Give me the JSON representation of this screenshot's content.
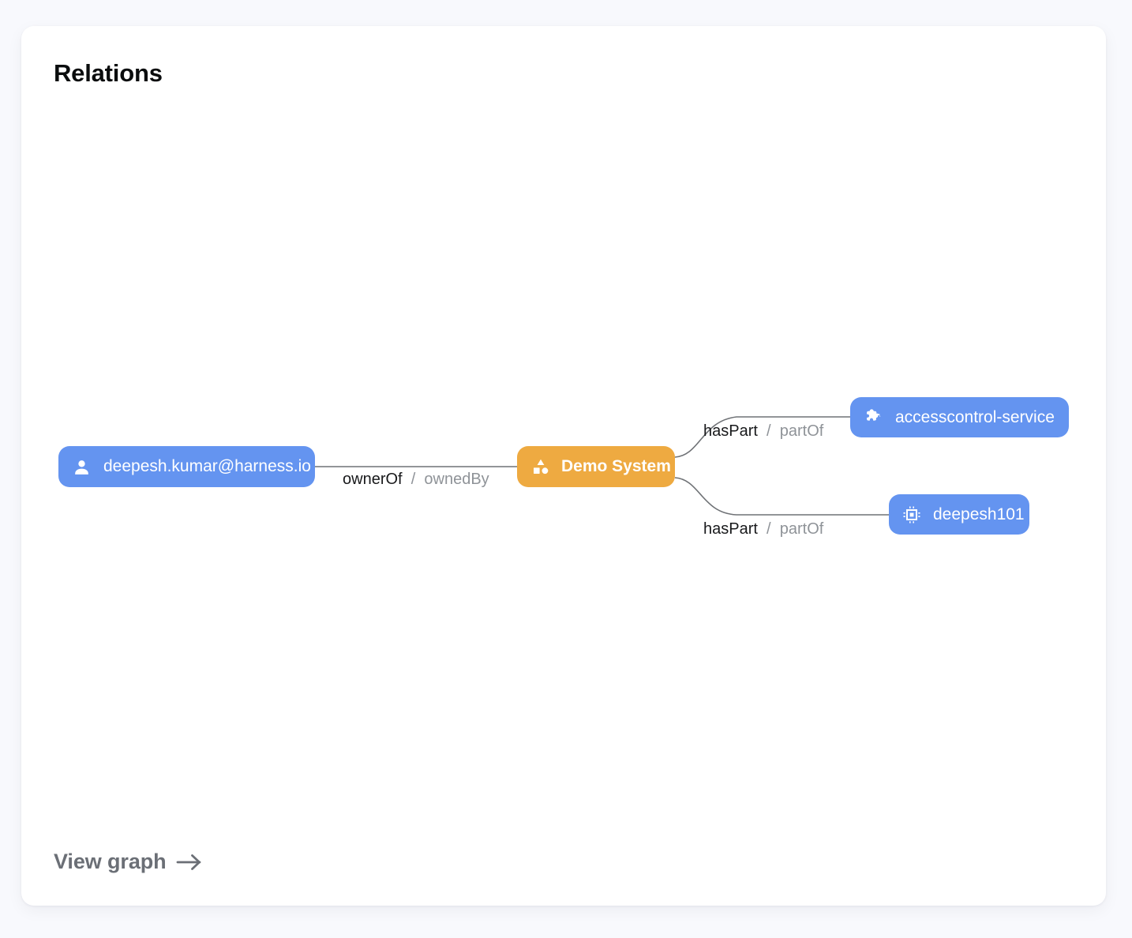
{
  "card": {
    "title": "Relations",
    "background": "#ffffff",
    "page_background": "#f8f9fd"
  },
  "graph": {
    "node_colors": {
      "blue": "#6494f0",
      "orange": "#eeaa41",
      "edge_line": "#6f7276"
    },
    "nodes": [
      {
        "id": "user",
        "label": "deepesh.kumar@harness.io",
        "icon": "person-icon",
        "color": "blue"
      },
      {
        "id": "system",
        "label": "Demo System",
        "icon": "category-icon",
        "color": "orange"
      },
      {
        "id": "component",
        "label": "accesscontrol-service",
        "icon": "puzzle-piece-icon",
        "color": "blue"
      },
      {
        "id": "resource",
        "label": "deepesh101",
        "icon": "chip-icon",
        "color": "blue"
      }
    ],
    "edges": [
      {
        "id": "edge-owner",
        "source": "user",
        "target": "system",
        "forward": "ownerOf",
        "separator": "/",
        "reverse": "ownedBy"
      },
      {
        "id": "edge-haspart-1",
        "source": "system",
        "target": "component",
        "forward": "hasPart",
        "separator": "/",
        "reverse": "partOf"
      },
      {
        "id": "edge-haspart-2",
        "source": "system",
        "target": "resource",
        "forward": "hasPart",
        "separator": "/",
        "reverse": "partOf"
      }
    ]
  },
  "footer": {
    "view_graph_label": "View graph",
    "arrow_icon": "arrow-right-icon"
  }
}
